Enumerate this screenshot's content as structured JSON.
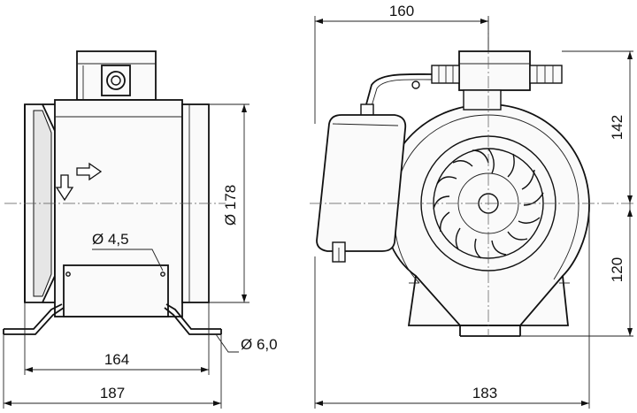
{
  "dimensions": {
    "top_width": "160",
    "upper_height": "142",
    "lower_height": "120",
    "duct_diameter": "Ø 178",
    "hole_small": "Ø 4,5",
    "hole_foot": "Ø 6,0",
    "spigot_length": "164",
    "overall_length_side": "187",
    "overall_length_front": "183"
  },
  "icons": {
    "airflow_horizontal": "arrow-right-icon",
    "airflow_vertical": "arrow-down-icon"
  }
}
